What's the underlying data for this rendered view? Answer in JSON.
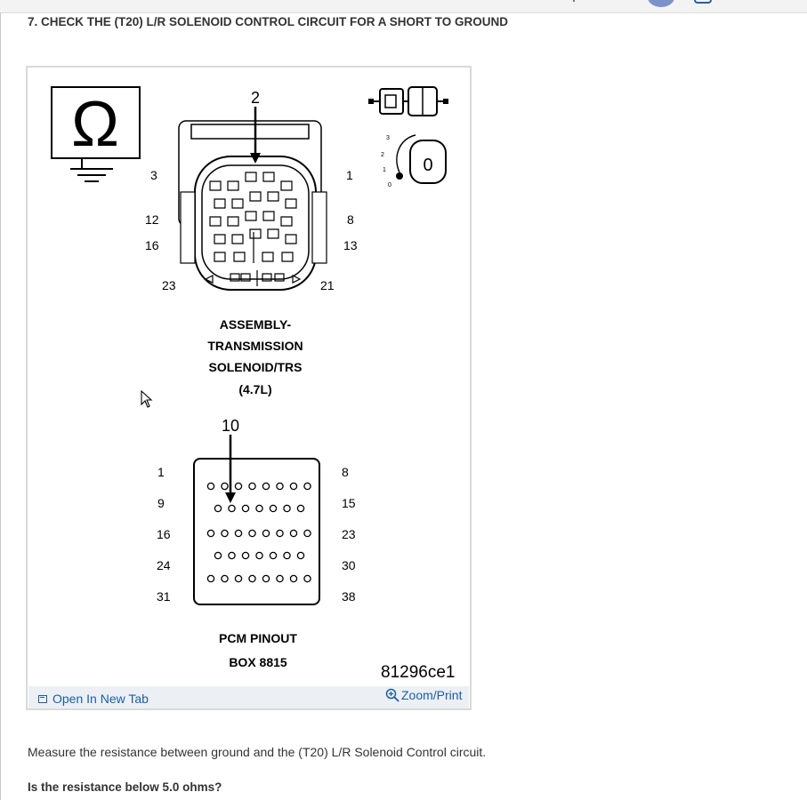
{
  "step": {
    "title": "7. CHECK THE (T20) L/R SOLENOID CONTROL CIRCUIT FOR A SHORT TO GROUND"
  },
  "figure": {
    "ohm_symbol": "Ω",
    "upper_connector": {
      "arrow_pin": "2",
      "pin_labels": {
        "left_top": "3",
        "left_mid": "12",
        "left_low": "16",
        "left_bottom": "23",
        "right_top": "1",
        "right_mid": "8",
        "right_low": "13",
        "right_bottom": "21"
      },
      "caption": [
        "ASSEMBLY-",
        "TRANSMISSION",
        "SOLENOID/TRS",
        "(4.7L)"
      ]
    },
    "ignition_key": {
      "positions": [
        "3",
        "2",
        "1",
        "0"
      ],
      "key_label": "0"
    },
    "pcm_connector": {
      "arrow_pin": "10",
      "left_labels": [
        "1",
        "9",
        "16",
        "24",
        "31"
      ],
      "right_labels": [
        "8",
        "15",
        "23",
        "30",
        "38"
      ],
      "caption": [
        "PCM PINOUT",
        "BOX 8815"
      ]
    },
    "figure_id": "81296ce1",
    "open_tab_label": "Open In New Tab",
    "zoom_print_label": "Zoom/Print"
  },
  "instructions": {
    "measure": "Measure the resistance between ground and the (T20) L/R Solenoid Control circuit.",
    "question": "Is the resistance below 5.0 ohms?"
  }
}
